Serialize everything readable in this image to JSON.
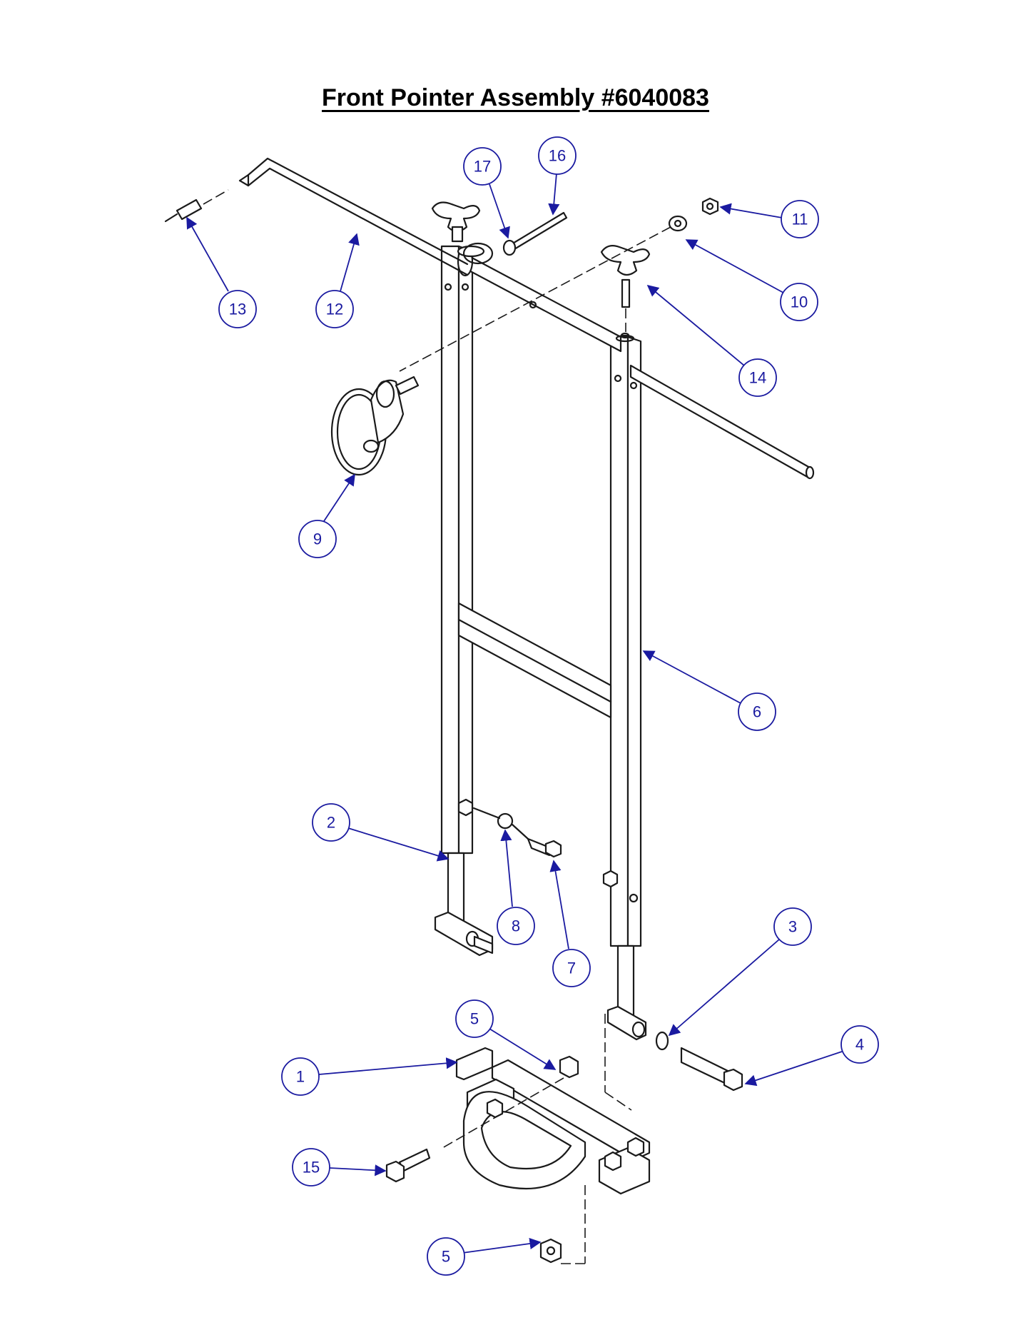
{
  "title": "Front Pointer Assembly #6040083",
  "callouts": [
    {
      "id": "c13",
      "label": "13"
    },
    {
      "id": "c12",
      "label": "12"
    },
    {
      "id": "c17",
      "label": "17"
    },
    {
      "id": "c16",
      "label": "16"
    },
    {
      "id": "c11",
      "label": "11"
    },
    {
      "id": "c10",
      "label": "10"
    },
    {
      "id": "c14",
      "label": "14"
    },
    {
      "id": "c9",
      "label": "9"
    },
    {
      "id": "c6",
      "label": "6"
    },
    {
      "id": "c2",
      "label": "2"
    },
    {
      "id": "c8",
      "label": "8"
    },
    {
      "id": "c7",
      "label": "7"
    },
    {
      "id": "c3",
      "label": "3"
    },
    {
      "id": "c5a",
      "label": "5"
    },
    {
      "id": "c4",
      "label": "4"
    },
    {
      "id": "c1",
      "label": "1"
    },
    {
      "id": "c15",
      "label": "15"
    },
    {
      "id": "c5b",
      "label": "5"
    }
  ],
  "colors": {
    "callout": "#1a1aa0",
    "line": "#1a1a1a"
  }
}
